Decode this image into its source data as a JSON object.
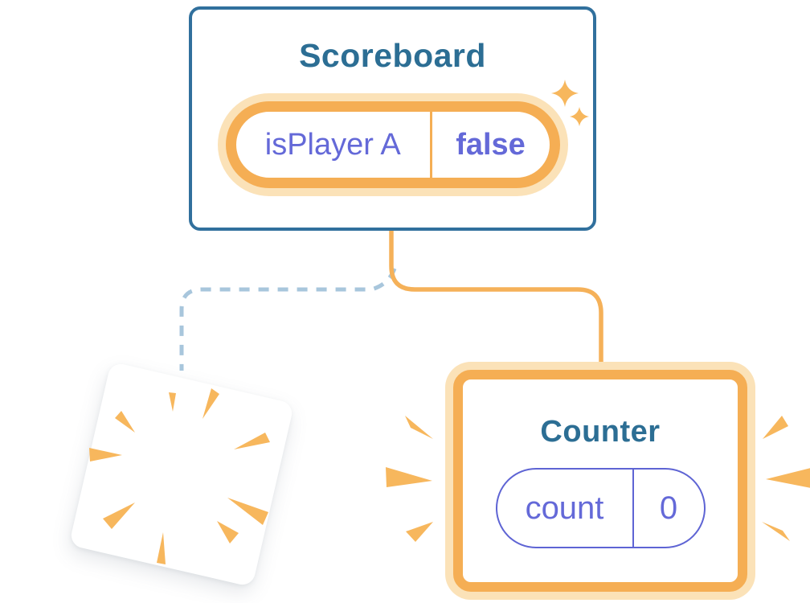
{
  "scoreboard": {
    "title": "Scoreboard",
    "state": {
      "label": "isPlayer A",
      "value": "false"
    }
  },
  "counter": {
    "title": "Counter",
    "state": {
      "label": "count",
      "value": "0"
    }
  },
  "icons": {
    "sparkle_large": "sparkle-star",
    "sparkle_small": "sparkle-star",
    "poof_burst": "starburst-rays",
    "emphasis_left": "emphasis-rays",
    "emphasis_right": "emphasis-rays"
  },
  "colors": {
    "card_border_blue": "#31709D",
    "title_teal": "#2C6E94",
    "state_purple": "#6469D8",
    "pill_border_purple": "#5E64D4",
    "highlight_orange": "#F5AE54",
    "highlight_glow": "#FBE2B8",
    "connector_orange": "#F5B159",
    "dashed_blue": "#A8C6DC",
    "ray_orange": "#F7B75D",
    "card_background": "#FFFFFF"
  }
}
